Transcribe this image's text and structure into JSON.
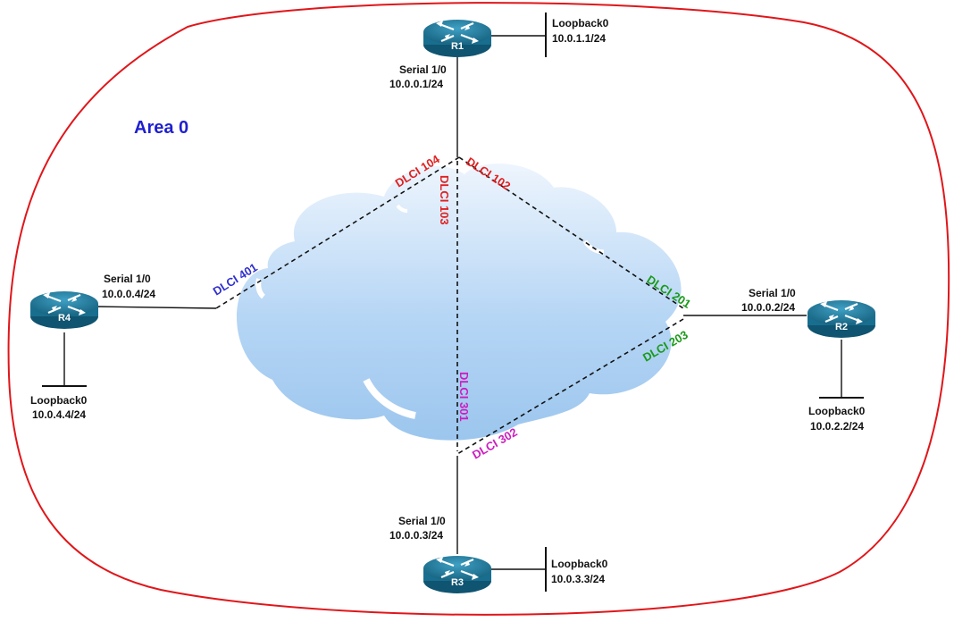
{
  "area_label": "Area 0",
  "colors": {
    "area_text": "#1f1fd0",
    "boundary": "#e0161a",
    "dlci_r1": "#e02020",
    "dlci_r2": "#1a9a1a",
    "dlci_r3": "#cc1ec0",
    "dlci_r4": "#3030d0",
    "router_fill": "#1f7a9c"
  },
  "routers": {
    "r1": {
      "name": "R1",
      "iface": "Serial 1/0",
      "ip": "10.0.0.1/24",
      "loopback": "Loopback0",
      "loopback_ip": "10.0.1.1/24"
    },
    "r2": {
      "name": "R2",
      "iface": "Serial 1/0",
      "ip": "10.0.0.2/24",
      "loopback": "Loopback0",
      "loopback_ip": "10.0.2.2/24"
    },
    "r3": {
      "name": "R3",
      "iface": "Serial 1/0",
      "ip": "10.0.0.3/24",
      "loopback": "Loopback0",
      "loopback_ip": "10.0.3.3/24"
    },
    "r4": {
      "name": "R4",
      "iface": "Serial 1/0",
      "ip": "10.0.0.4/24",
      "loopback": "Loopback0",
      "loopback_ip": "10.0.4.4/24"
    }
  },
  "dlci": {
    "d104": "DLCI 104",
    "d102": "DLCI 102",
    "d103": "DLCI 103",
    "d201": "DLCI 201",
    "d203": "DLCI 203",
    "d301": "DLCI 301",
    "d302": "DLCI 302",
    "d401": "DLCI 401"
  }
}
